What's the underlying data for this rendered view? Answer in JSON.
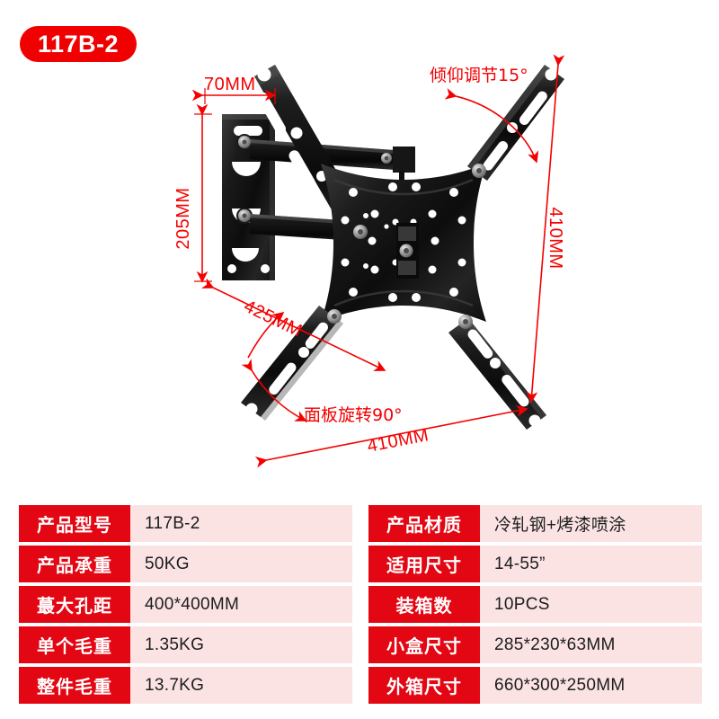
{
  "badge": {
    "label": "117B-2"
  },
  "diagram": {
    "name": "tv-wall-mount-bracket-diagram",
    "annotations": [
      {
        "id": "depth",
        "text": "70MM",
        "kind": "dimension",
        "orientation": "horizontal"
      },
      {
        "id": "wallplate",
        "text": "205MM",
        "kind": "dimension",
        "orientation": "vertical-up"
      },
      {
        "id": "extension",
        "text": "425MM",
        "kind": "dimension",
        "orientation": "diagonal"
      },
      {
        "id": "height",
        "text": "410MM",
        "kind": "dimension",
        "orientation": "vertical-down"
      },
      {
        "id": "width",
        "text": "410MM",
        "kind": "dimension",
        "orientation": "diagonal"
      },
      {
        "id": "tilt",
        "text": "倾仰调节15°",
        "kind": "feature",
        "orientation": "horizontal"
      },
      {
        "id": "swivel",
        "text": "面板旋转90°",
        "kind": "feature",
        "orientation": "horizontal"
      }
    ]
  },
  "spec_table": {
    "rows": [
      {
        "left": {
          "key": "产品型号",
          "value": "117B-2"
        },
        "right": {
          "key": "产品材质",
          "value": "冷轧钢+烤漆喷涂"
        }
      },
      {
        "left": {
          "key": "产品承重",
          "value": "50KG"
        },
        "right": {
          "key": "适用尺寸",
          "value": "14-55”"
        }
      },
      {
        "left": {
          "key": "蕞大孔距",
          "value": "400*400MM"
        },
        "right": {
          "key": "装箱数",
          "value": "10PCS"
        }
      },
      {
        "left": {
          "key": "单个毛重",
          "value": "1.35KG"
        },
        "right": {
          "key": "小盒尺寸",
          "value": "285*230*63MM"
        }
      },
      {
        "left": {
          "key": "整件毛重",
          "value": "13.7KG"
        },
        "right": {
          "key": "外箱尺寸",
          "value": "660*300*250MM"
        }
      }
    ]
  },
  "colors": {
    "accent_red": "#e30613",
    "badge_red": "#f00000",
    "dimension_red": "#f40000",
    "value_bg": "#fbe3e4",
    "metal_black": "#141414",
    "page_bg": "#ffffff"
  }
}
